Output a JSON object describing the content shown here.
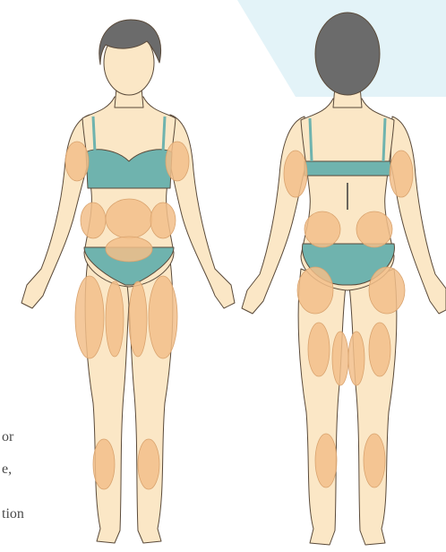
{
  "text_fragments": [
    "or",
    "e,",
    "tion"
  ],
  "colors": {
    "skin": "#fbe7c6",
    "outline": "#5a4a3a",
    "hair": "#6b6b6b",
    "garment": "#6fb3ae",
    "fat_zone": "#f2be8a",
    "backdrop": "#e3f3f8"
  },
  "icons": {
    "front_figure": "woman-front-body-icon",
    "back_figure": "woman-back-body-icon"
  }
}
